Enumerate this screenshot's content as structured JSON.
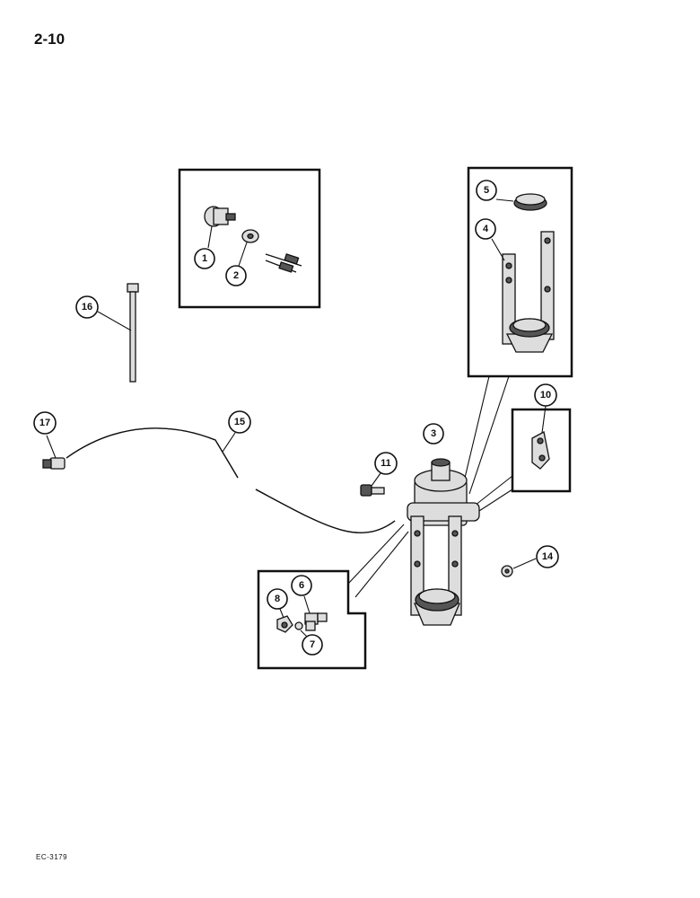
{
  "page_number": "2-10",
  "figure_code": "EC-3179",
  "callouts": {
    "c1": "1",
    "c2": "2",
    "c3": "3",
    "c4": "4",
    "c5": "5",
    "c6": "6",
    "c7": "7",
    "c8": "8",
    "c10": "10",
    "c11": "11",
    "c14": "14",
    "c15": "15",
    "c16": "16",
    "c17": "17"
  }
}
